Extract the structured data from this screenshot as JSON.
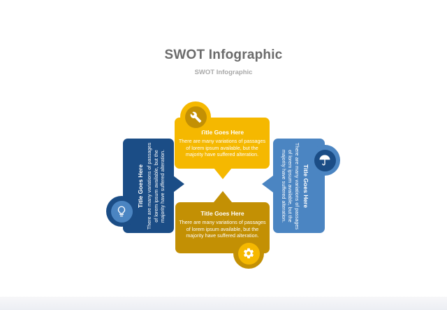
{
  "slide": {
    "title": "SWOT Infographic",
    "subtitle": "SWOT Infographic"
  },
  "colors": {
    "yellow": "#f5b800",
    "dark_yellow": "#c39004",
    "dark_blue": "#1b4d86",
    "light_blue": "#4b85c2",
    "title_gray": "#6b6b6b",
    "subtitle_gray": "#a9a9a9"
  },
  "cards": {
    "top": {
      "title": "Title Goes Here",
      "body": "There are many variations of passages of lorem ipsum available, but the majority  have suffered alteration.",
      "icon": "wrench-icon"
    },
    "bottom": {
      "title": "Title Goes Here",
      "body": "There are many variations of passages of lorem ipsum available, but the majority  have suffered alteration.",
      "icon": "gear-icon"
    },
    "left": {
      "title": "Title Goes Here",
      "body": "There are many variations of passages of lorem ipsum available, but the majority  have suffered alteration.",
      "icon": "lightbulb-icon"
    },
    "right": {
      "title": "Title Goes Here",
      "body": "There are many variations of passages of lorem ipsum available, but the majority  have suffered alteration.",
      "icon": "umbrella-icon"
    }
  }
}
